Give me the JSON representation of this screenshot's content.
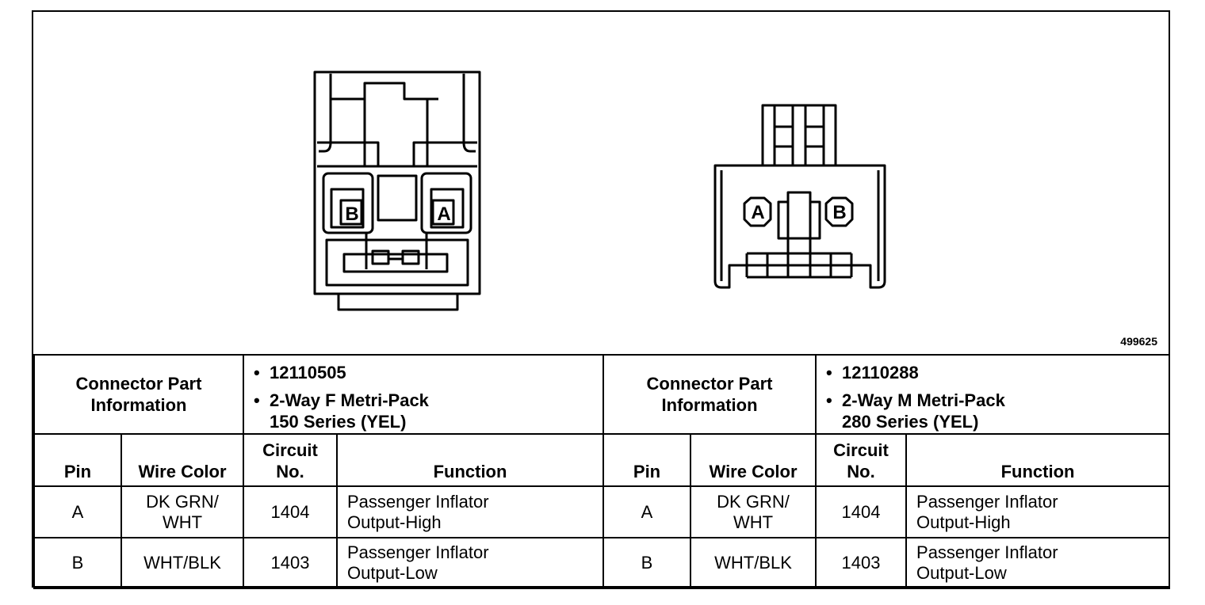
{
  "figure_id": "499625",
  "connector_left": {
    "info_label": "Connector Part Information",
    "part_number": "12110505",
    "description_line1": "2-Way F Metri-Pack",
    "description_line2": "150 Series (YEL)",
    "pin_labels": [
      "B",
      "A"
    ]
  },
  "connector_right": {
    "info_label": "Connector Part Information",
    "part_number": "12110288",
    "description_line1": "2-Way M Metri-Pack",
    "description_line2": "280 Series (YEL)",
    "pin_labels": [
      "A",
      "B"
    ]
  },
  "columns": {
    "pin": "Pin",
    "wire_color": "Wire Color",
    "circuit_line1": "Circuit",
    "circuit_line2": "No.",
    "function": "Function"
  },
  "rows_left": [
    {
      "pin": "A",
      "wire_line1": "DK GRN/",
      "wire_line2": "WHT",
      "circuit": "1404",
      "function_line1": "Passenger Inflator",
      "function_line2": "Output-High"
    },
    {
      "pin": "B",
      "wire_line1": "WHT/BLK",
      "wire_line2": "",
      "circuit": "1403",
      "function_line1": "Passenger Inflator",
      "function_line2": "Output-Low"
    }
  ],
  "rows_right": [
    {
      "pin": "A",
      "wire_line1": "DK GRN/",
      "wire_line2": "WHT",
      "circuit": "1404",
      "function_line1": "Passenger Inflator",
      "function_line2": "Output-High"
    },
    {
      "pin": "B",
      "wire_line1": "WHT/BLK",
      "wire_line2": "",
      "circuit": "1403",
      "function_line1": "Passenger Inflator",
      "function_line2": "Output-Low"
    }
  ]
}
